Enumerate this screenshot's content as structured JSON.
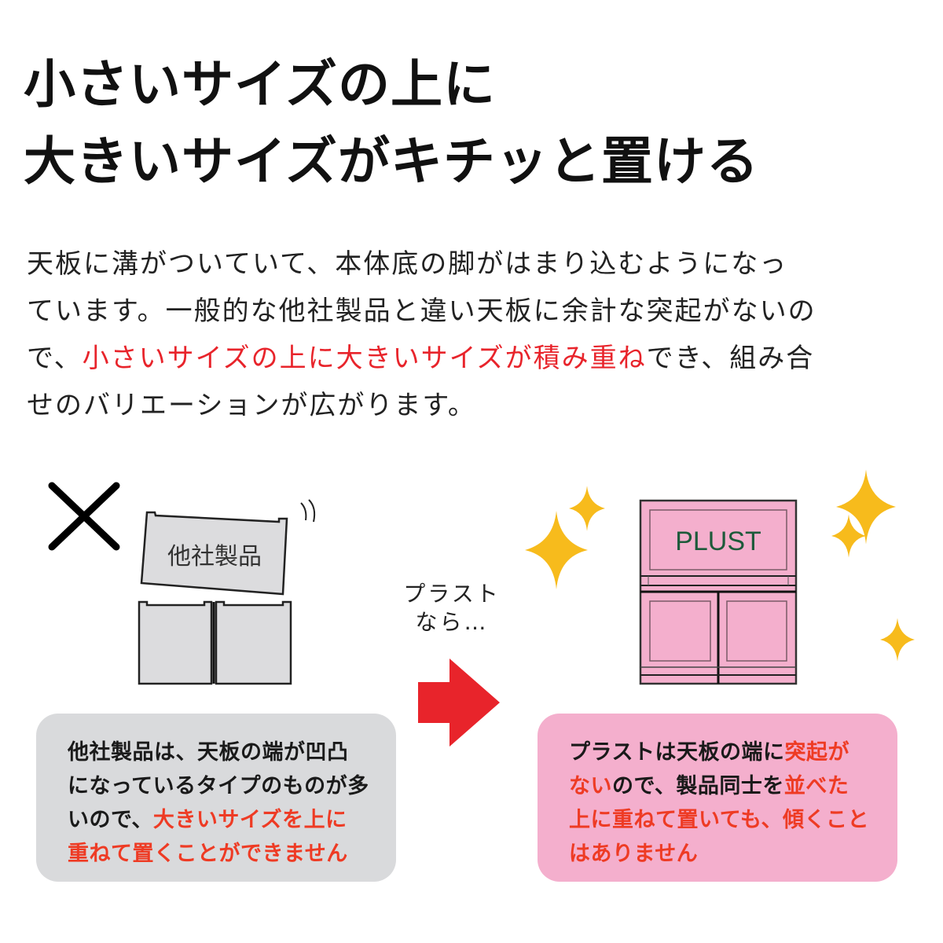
{
  "title": {
    "line1": "小さいサイズの上に",
    "line2": "大きいサイズがキチッと置ける"
  },
  "description": {
    "line1": "天板に溝がついていて、本体底の脚がはまり込むようになっ",
    "line2": "ています。一般的な他社製品と違い天板に余計な突起がないの",
    "line3_pre": "で、",
    "line3_highlight": "小さいサイズの上に大きいサイズが積み重ね",
    "line3_post": "でき、組み合",
    "line4": "せのバリエーションが広がります。"
  },
  "left_figure": {
    "mark_icon": "cross-icon",
    "product_label": "他社製品",
    "fill_color": "#dcdcde"
  },
  "middle": {
    "label_line1": "プラスト",
    "label_line2": "なら…",
    "arrow_icon": "right-arrow-icon",
    "arrow_color": "#e8242b"
  },
  "right_figure": {
    "product_label": "PLUST",
    "fill_color": "#f4afcd",
    "label_color": "#1d5a3a",
    "sparkle_color": "#f7bb1c"
  },
  "left_box": {
    "line1": "他社製品は、天板の端が凹凸",
    "line2": "になっているタイプのものが多",
    "line3_pre": "いので、",
    "line3_highlight": "大きいサイズを上に",
    "line4_highlight": "重ねて置くことができません",
    "background": "#d9dadc"
  },
  "right_box": {
    "line1_pre": "プラストは天板の端に",
    "line1_highlight": "突起が",
    "line2_highlight_a": "ない",
    "line2_mid": "ので、製品同士を",
    "line2_highlight_b": "並べた",
    "line3_highlight": "上に重ねて置いても、傾くこと",
    "line4_highlight": "はありません",
    "background": "#f4afcd"
  }
}
